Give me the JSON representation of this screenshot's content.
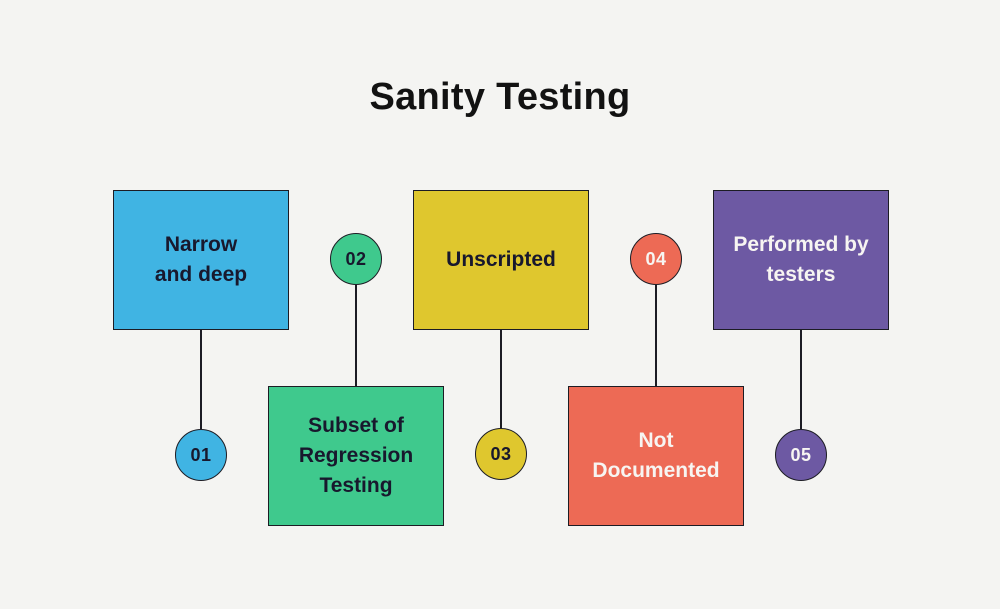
{
  "title": "Sanity Testing",
  "colors": {
    "background": "#f4f4f2",
    "stroke": "#1c1c24",
    "title_text": "#121212"
  },
  "items": [
    {
      "number": "01",
      "label": "Narrow\nand deep",
      "color": "#40b4e3",
      "text_color": "#18182d",
      "box_position": "top"
    },
    {
      "number": "02",
      "label": "Subset of\nRegression\nTesting",
      "color": "#3fc98d",
      "text_color": "#18182d",
      "box_position": "bottom"
    },
    {
      "number": "03",
      "label": "Unscripted",
      "color": "#dfc72e",
      "text_color": "#18182d",
      "box_position": "top"
    },
    {
      "number": "04",
      "label": "Not\nDocumented",
      "color": "#ed6a55",
      "text_color": "#f7f5f2",
      "box_position": "bottom"
    },
    {
      "number": "05",
      "label": "Performed by\ntesters",
      "color": "#6d59a3",
      "text_color": "#f7f5f2",
      "box_position": "top"
    }
  ]
}
